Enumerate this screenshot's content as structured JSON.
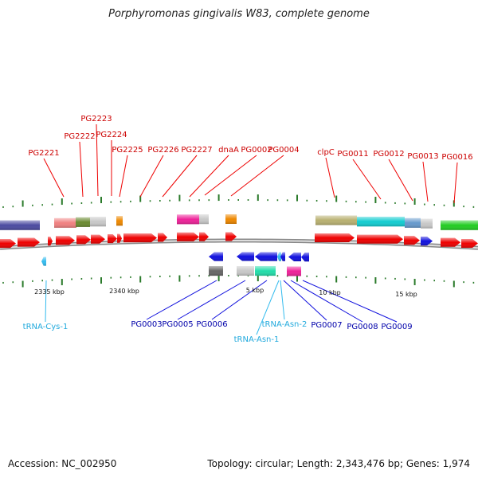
{
  "title": "Porphyromonas gingivalis W83, complete genome",
  "footer": {
    "accession": "Accession: NC_002950",
    "topology": "Topology: circular; Length: 2,343,476 bp; Genes: 1,974"
  },
  "colors": {
    "forward_gene": "#ee0000",
    "reverse_gene": "#1010dd",
    "trna": "#33bbee",
    "forward_label": "#cc0000",
    "reverse_label": "#0000aa",
    "trna_label": "#22aadd",
    "backbone": "#999999",
    "tick": "#2a7a2a"
  },
  "forward_labels": [
    "PG2221",
    "PG2222",
    "PG2223",
    "PG2224",
    "PG2225",
    "PG2226",
    "PG2227",
    "dnaA",
    "PG0002",
    "PG0004",
    "clpC",
    "PG0011",
    "PG0012",
    "PG0013",
    "PG0016"
  ],
  "reverse_labels": [
    "PG0003",
    "PG0005",
    "PG0006",
    "tRNA-Asn-2",
    "tRNA-Asn-1",
    "PG0007",
    "PG0008",
    "PG0009",
    "tRNA-Cys-1"
  ],
  "scale_labels": [
    "2335 kbp",
    "2340 kbp",
    "5 kbp",
    "10 kbp",
    "15 kbp"
  ]
}
